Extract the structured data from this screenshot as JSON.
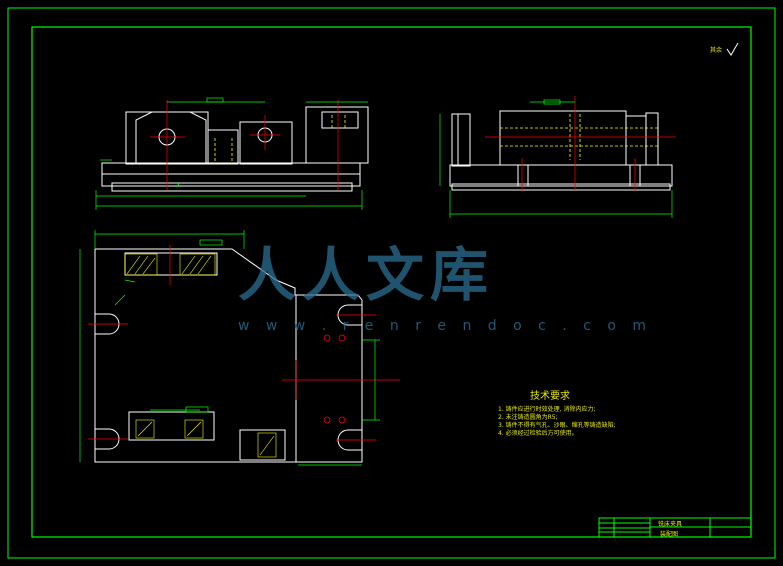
{
  "watermark": {
    "text": "人人文库",
    "url": "w w w . r e n r e n d o c . c o m"
  },
  "technical_requirements": {
    "title": "技术要求",
    "items": [
      "1. 铸件应进行时效处理, 消除内应力;",
      "2. 未注铸造圆角为R5;",
      "3. 铸件不得有气孔、沙眼、缩孔等铸造缺陷;",
      "4. 必须经过检验后方可使用。"
    ]
  },
  "title_block": {
    "name": "铣床夹具",
    "drawing_label": "装配图"
  },
  "surface_mark": {
    "label": "其余"
  },
  "colors": {
    "frame": "#00ff00",
    "outline": "#ffffff",
    "centerline": "#ff0000",
    "hidden": "#ffff00",
    "dimension": "#00ff00",
    "watermark": "#2a6f93"
  }
}
